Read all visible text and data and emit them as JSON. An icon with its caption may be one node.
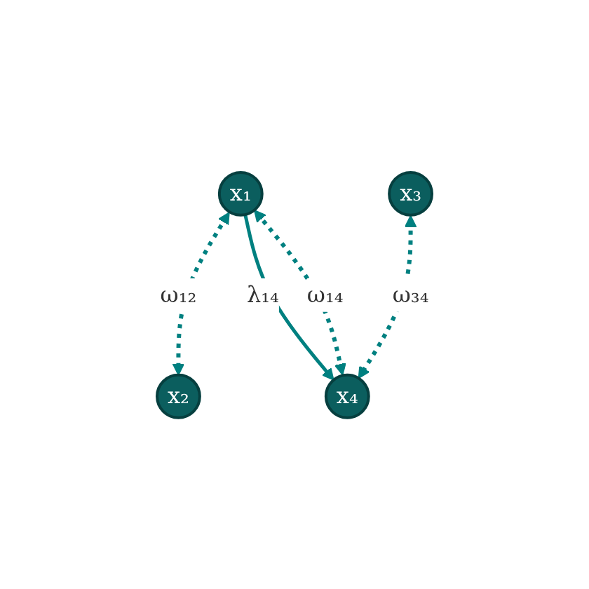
{
  "diagram": {
    "nodes": [
      {
        "text": [
          "x₁"
        ]
      },
      {
        "text": [
          "x₂"
        ]
      },
      {
        "text": [
          "x₃"
        ]
      },
      {
        "text": [
          "x₄"
        ]
      }
    ],
    "edges": [
      {
        "from": 0,
        "to": 1,
        "arrow": "both",
        "label": "ω₁₂",
        "style": "dashed"
      },
      {
        "from": 0,
        "to": 3,
        "arrow": "to",
        "label": "λ₁₄"
      },
      {
        "from": 3,
        "to": 0,
        "arrow": "both",
        "label": "ω₁₄",
        "style": "dashed"
      },
      {
        "from": 2,
        "to": 3,
        "arrow": "both",
        "label": "ω₃₄",
        "style": "dashed"
      }
    ]
  }
}
